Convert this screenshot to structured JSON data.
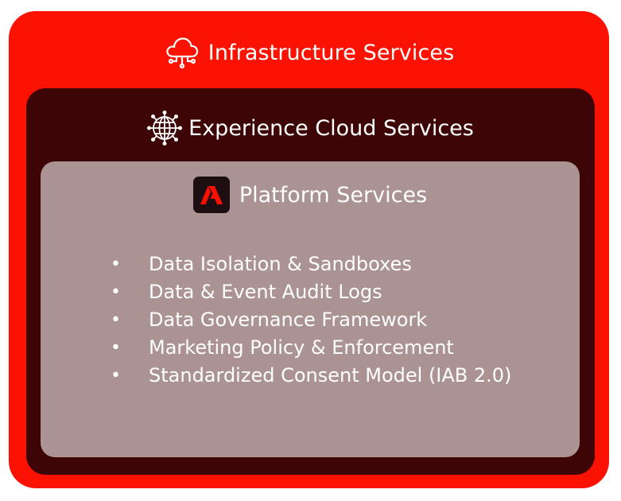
{
  "colors": {
    "infrastructure": "#fb1203",
    "experience": "#3d0505",
    "platform": "#ac9393",
    "logo_bg": "#1d0f11",
    "logo_mark": "#fa0f00",
    "text": "#ffffff"
  },
  "infrastructure": {
    "title": "Infrastructure Services",
    "icon": "cloud-network-icon"
  },
  "experience": {
    "title": "Experience Cloud Services",
    "icon": "globe-network-icon"
  },
  "platform": {
    "title": "Platform Services",
    "icon": "adobe-logo-icon",
    "bullet_glyph": "•",
    "items": [
      "Data Isolation & Sandboxes",
      "Data & Event Audit Logs",
      "Data Governance Framework",
      "Marketing Policy & Enforcement",
      "Standardized Consent Model (IAB 2.0)"
    ]
  }
}
